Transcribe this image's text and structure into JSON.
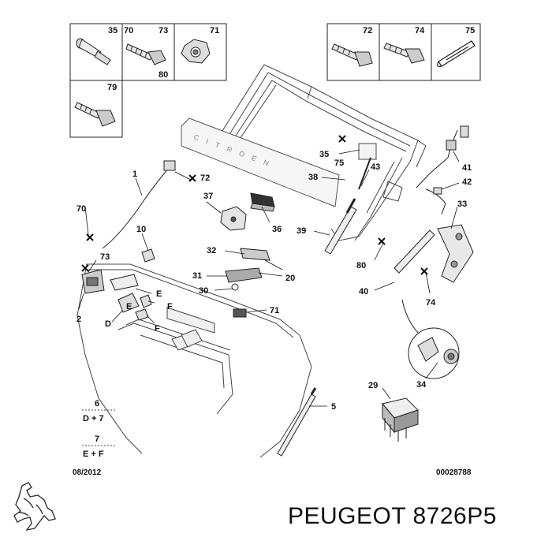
{
  "callouts": {
    "c1": "1",
    "c2": "2",
    "c5": "5",
    "c10": "10",
    "c20": "20",
    "c29": "29",
    "c30": "30",
    "c31": "31",
    "c32": "32",
    "c33": "33",
    "c34": "34",
    "c35": "35",
    "c36": "36",
    "c37": "37",
    "c38": "38",
    "c39": "39",
    "c40": "40",
    "c41": "41",
    "c42": "42",
    "c43": "43",
    "c70": "70",
    "c71": "71",
    "c72": "72",
    "c73": "73",
    "c74": "74",
    "c75": "75",
    "c80": "80",
    "cD": "D",
    "cE": "E",
    "cF": "F"
  },
  "inset_boxes": {
    "left": [
      "35",
      "70",
      "73",
      "71",
      "80",
      "79"
    ],
    "right": [
      "72",
      "74",
      "75"
    ]
  },
  "emblem_text": "CITROEN",
  "legend": {
    "kit6": {
      "number": "6",
      "formula": "D + 7"
    },
    "kit7": {
      "number": "7",
      "formula": "E + F"
    }
  },
  "date_code": "08/2012",
  "diagram_code": "00028788",
  "brand": {
    "name": "PEUGEOT",
    "part_number": "8726P5"
  }
}
